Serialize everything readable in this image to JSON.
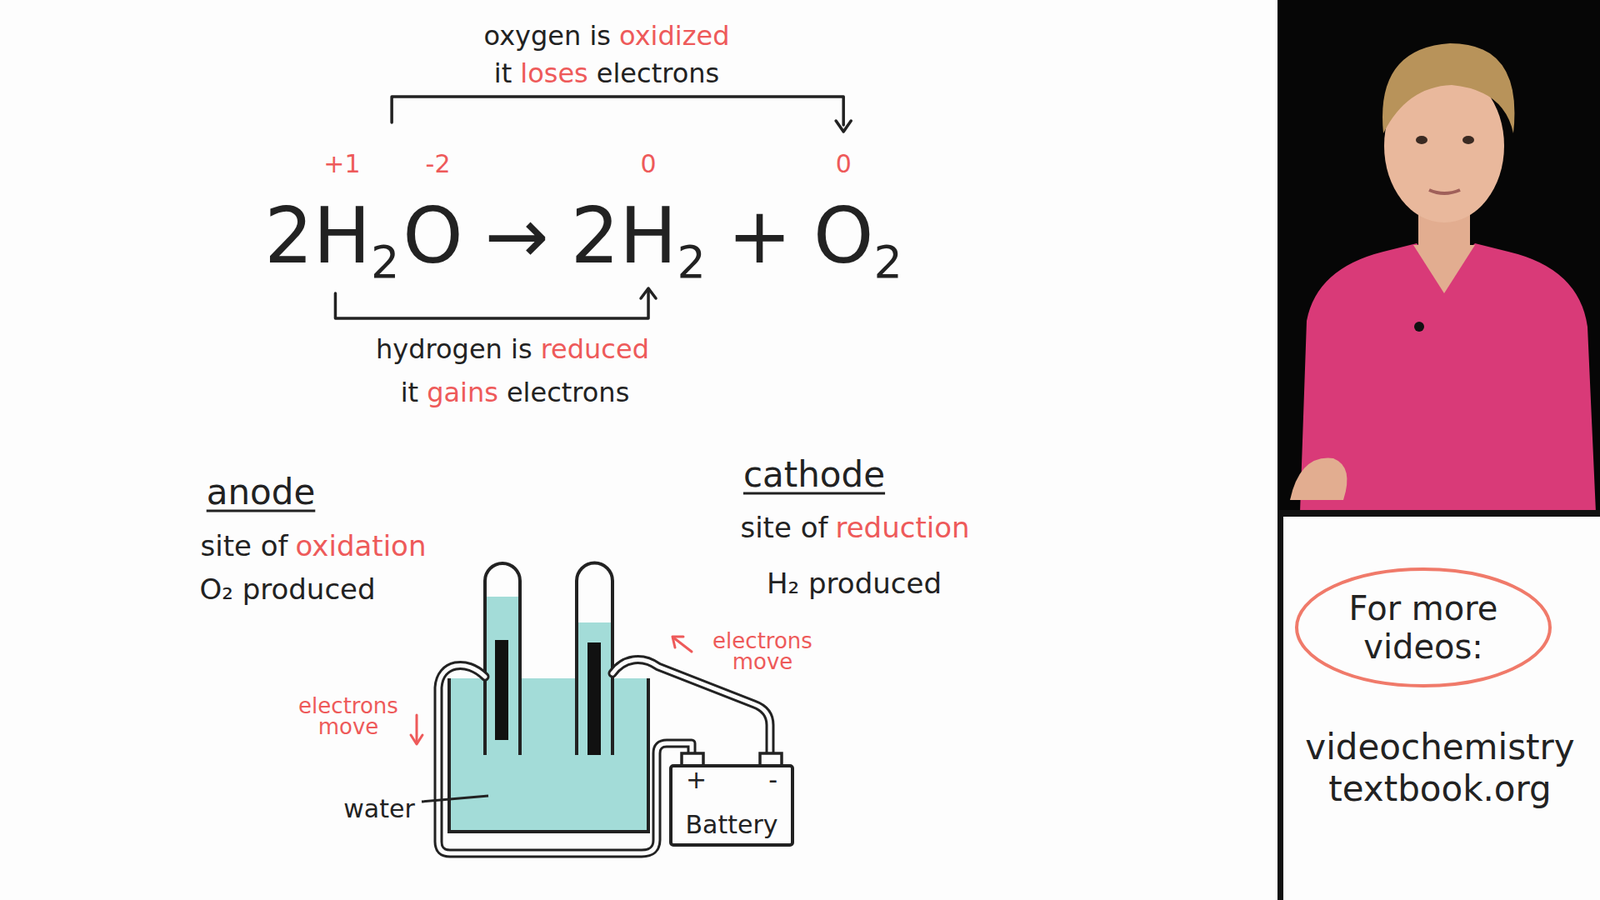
{
  "diagram": {
    "nodes": [
      {
        "text": [
          "+",
          "-",
          "Battery"
        ]
      },
      {
        "text": [
          "For more videos:"
        ]
      }
    ],
    "labels": [
      "oxygen is",
      "oxidized",
      "it",
      "loses",
      "electrons",
      "+1",
      "-2",
      "0",
      "0",
      "2H",
      "2",
      "O",
      "→",
      "2H",
      "2",
      "+",
      "O",
      "2",
      "hydrogen is",
      "reduced",
      "it",
      "gains",
      "electrons",
      "anode",
      "site of",
      "oxidation",
      "O₂ produced",
      "cathode",
      "site of",
      "reduction",
      "H₂ produced",
      "electrons move",
      "electrons move",
      "water",
      "videochemistry textbook.org"
    ]
  }
}
